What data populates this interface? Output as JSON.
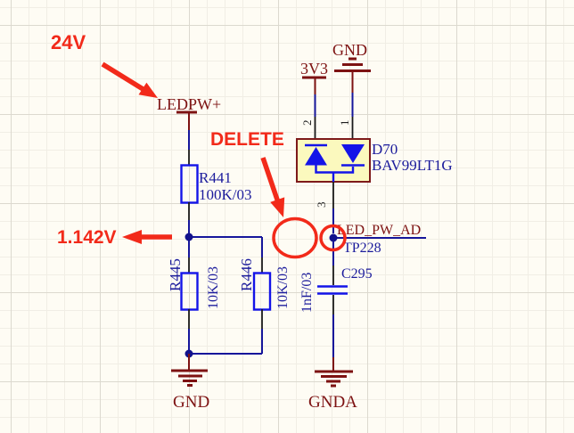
{
  "schematic": {
    "annotations": {
      "supply_voltage_label": "24V",
      "measured_voltage_label": "1.142V",
      "delete_label": "DELETE"
    },
    "power_ports": {
      "ledpw_plus": "LEDPW+",
      "rail_3v3": "3V3",
      "gnd_top": "GND",
      "gnd_bottom_left": "GND",
      "gnda": "GNDA"
    },
    "net_label": "LED_PW_AD",
    "components": {
      "r441": {
        "designator": "R441",
        "value": "100K/03"
      },
      "r445": {
        "designator": "R445",
        "value": "10K/03"
      },
      "r446": {
        "designator": "R446",
        "value": "10K/03"
      },
      "d70": {
        "designator": "D70",
        "part_number": "BAV99LT1G",
        "pin_1": "1",
        "pin_2": "2",
        "pin_3": "3"
      },
      "c295": {
        "designator": "C295",
        "value": "1nF/03"
      },
      "tp228": {
        "designator": "TP228"
      }
    },
    "colors": {
      "annotation_red": "#f22a1a",
      "power_dark_red": "#7d1212",
      "wire_blue": "#16169b",
      "device_blue": "#1414e8",
      "designator_blue": "#1c1c9c",
      "component_fill_yellow": "#fbf9be",
      "component_border": "#7e1a1a",
      "background": "#fefcf4"
    }
  }
}
